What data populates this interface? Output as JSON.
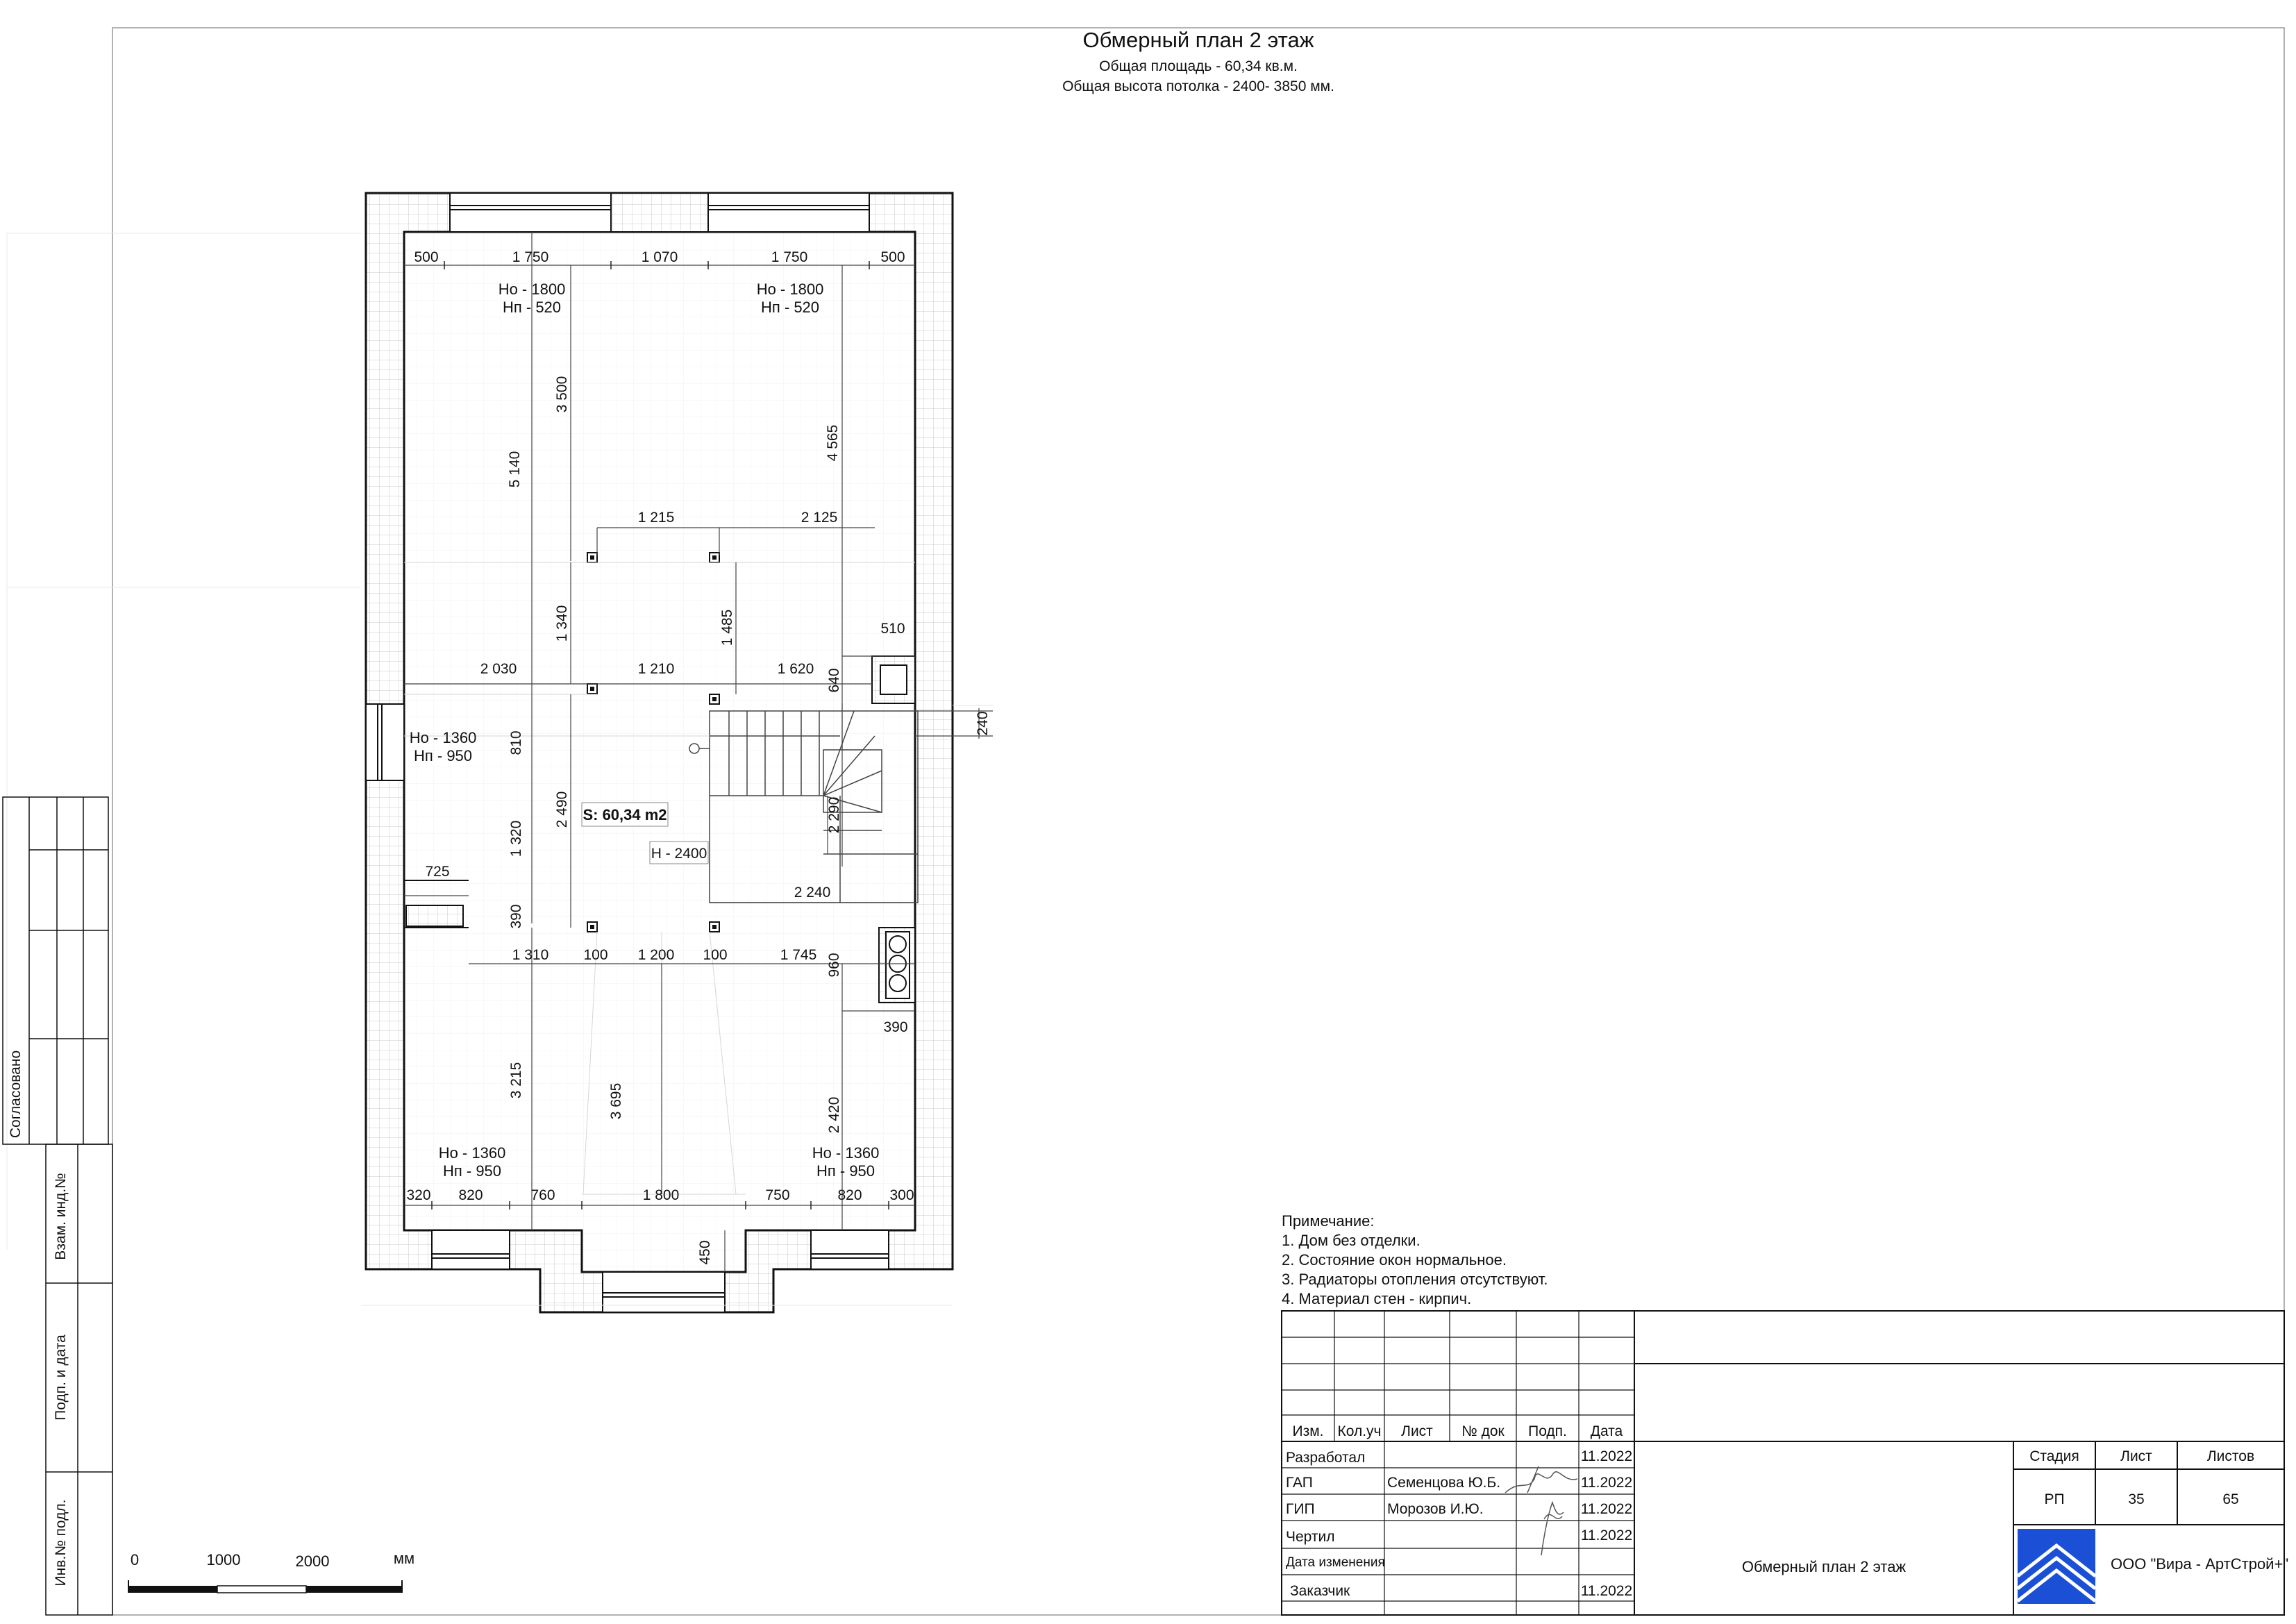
{
  "title": {
    "main": "Обмерный план 2 этаж",
    "line1": "Общая площадь - 60,34 кв.м.",
    "line2": "Общая высота потолка - 2400- 3850 мм."
  },
  "plan": {
    "dims": [
      {
        "id": "top-500-l",
        "text": "500"
      },
      {
        "id": "top-1750-l",
        "text": "1 750"
      },
      {
        "id": "top-1070",
        "text": "1 070"
      },
      {
        "id": "top-1750-r",
        "text": "1 750"
      },
      {
        "id": "top-500-r",
        "text": "500"
      },
      {
        "id": "v-5140",
        "text": "5 140"
      },
      {
        "id": "v-3500",
        "text": "3 500"
      },
      {
        "id": "v-4565",
        "text": "4 565"
      },
      {
        "id": "h-1215",
        "text": "1 215"
      },
      {
        "id": "h-2125",
        "text": "2 125"
      },
      {
        "id": "v-1340",
        "text": "1 340"
      },
      {
        "id": "v-1485",
        "text": "1 485"
      },
      {
        "id": "h-510",
        "text": "510"
      },
      {
        "id": "h-2030",
        "text": "2 030"
      },
      {
        "id": "h-1210",
        "text": "1 210"
      },
      {
        "id": "h-1620",
        "text": "1 620"
      },
      {
        "id": "v-640",
        "text": "640"
      },
      {
        "id": "v-240",
        "text": "240"
      },
      {
        "id": "v-810",
        "text": "810"
      },
      {
        "id": "v-2490",
        "text": "2 490"
      },
      {
        "id": "v-2290",
        "text": "2 290"
      },
      {
        "id": "v-1320",
        "text": "1 320"
      },
      {
        "id": "h-725",
        "text": "725"
      },
      {
        "id": "h-2240",
        "text": "2 240"
      },
      {
        "id": "v-390-l",
        "text": "390"
      },
      {
        "id": "h-1310",
        "text": "1 310"
      },
      {
        "id": "h-100-l",
        "text": "100"
      },
      {
        "id": "h-1200",
        "text": "1 200"
      },
      {
        "id": "h-100-r",
        "text": "100"
      },
      {
        "id": "h-1745",
        "text": "1 745"
      },
      {
        "id": "v-960",
        "text": "960"
      },
      {
        "id": "h-390-r",
        "text": "390"
      },
      {
        "id": "v-3215",
        "text": "3 215"
      },
      {
        "id": "v-3695",
        "text": "3 695"
      },
      {
        "id": "v-2420",
        "text": "2 420"
      },
      {
        "id": "b-320",
        "text": "320"
      },
      {
        "id": "b-820-l",
        "text": "820"
      },
      {
        "id": "b-760",
        "text": "760"
      },
      {
        "id": "b-1800",
        "text": "1 800"
      },
      {
        "id": "b-750",
        "text": "750"
      },
      {
        "id": "b-820-r",
        "text": "820"
      },
      {
        "id": "b-300",
        "text": "300"
      },
      {
        "id": "v-450",
        "text": "450"
      }
    ],
    "windows": {
      "w_top_left": {
        "ho": "Но - 1800",
        "hp": "Нп - 520"
      },
      "w_top_right": {
        "ho": "Но - 1800",
        "hp": "Нп - 520"
      },
      "w_left": {
        "ho": "Но - 1360",
        "hp": "Нп - 950"
      },
      "w_bottom_left": {
        "ho": "Но - 1360",
        "hp": "Нп - 950"
      },
      "w_bottom_right": {
        "ho": "Но - 1360",
        "hp": "Нп - 950"
      }
    },
    "area": "S: 60,34 m2",
    "height": "H - 2400"
  },
  "scale": {
    "t0": "0",
    "t1": "1000",
    "t2": "2000",
    "unit": "мм"
  },
  "notes": {
    "heading": "Примечание:",
    "items": [
      "1. Дом без отделки.",
      "2. Состояние окон нормальное.",
      "3. Радиаторы отопления отсутствуют.",
      "4. Материал стен - кирпич."
    ]
  },
  "title_block": {
    "headers": {
      "izm": "Изм.",
      "kol": "Кол.уч",
      "list": "Лист",
      "doc": "№ док",
      "podp": "Подп.",
      "data": "Дата"
    },
    "rows": [
      {
        "role": "Разработал",
        "name": "",
        "date": "11.2022"
      },
      {
        "role": "ГАП",
        "name": "Семенцова Ю.Б.",
        "date": "11.2022"
      },
      {
        "role": "ГИП",
        "name": "Морозов И.Ю.",
        "date": "11.2022"
      },
      {
        "role": "Чертил",
        "name": "",
        "date": "11.2022"
      },
      {
        "role": "Дата изменения",
        "name": "",
        "date": ""
      },
      {
        "role": "Заказчик",
        "name": "",
        "date": "11.2022"
      }
    ],
    "stage": {
      "label": "Стадия",
      "value": "РП"
    },
    "sheet": {
      "label": "Лист",
      "value": "35"
    },
    "sheets": {
      "label": "Листов",
      "value": "65"
    },
    "drawing_title": "Обмерный план 2 этаж",
    "company": "ООО \"Вира - АртСтрой+\"",
    "logo_color": "#1a4fd6"
  },
  "side_stamp": {
    "soglasovano": "Согласовано",
    "vzam": "Взам. инд.№",
    "podp_data": "Подп. и дата",
    "inv": "Инв.№ подл."
  }
}
